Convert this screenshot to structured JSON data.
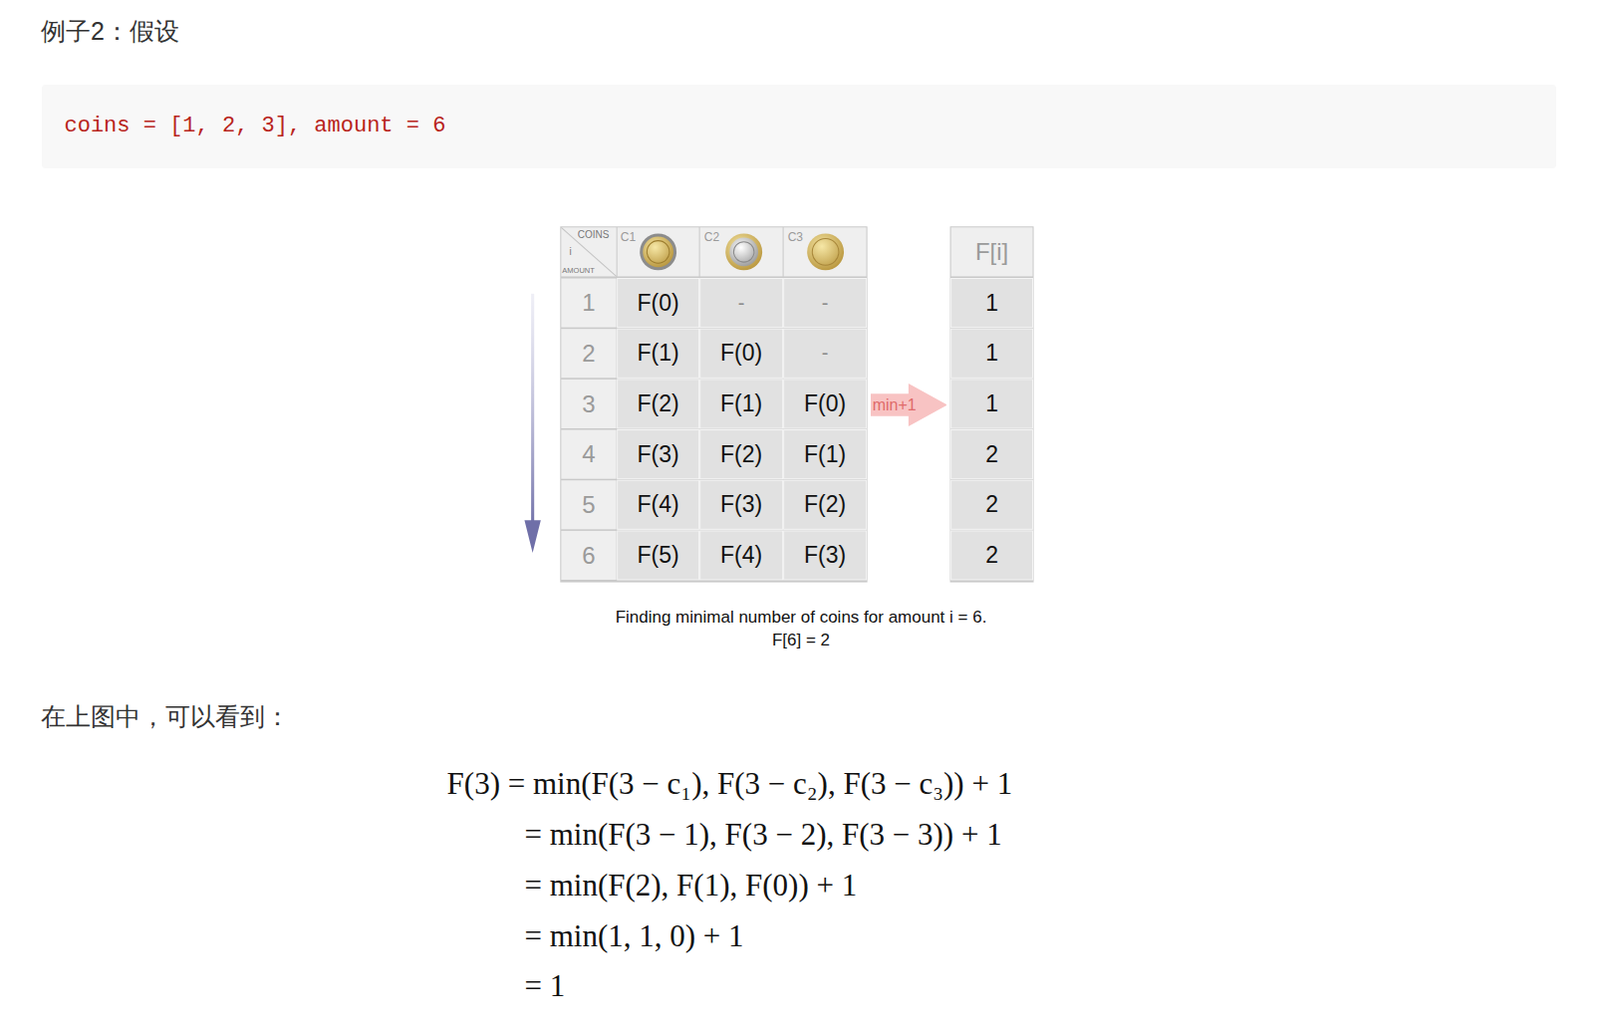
{
  "diagram": {
    "title": "例子2：假设",
    "caption": "Finding minimal number of coins for amount i = 6. F[6] = 2",
    "nodes": [
      {
        "text": [
          "coins = [1, 2, 3], amount = 6"
        ]
      },
      {
        "text": [
          "min+1"
        ]
      }
    ],
    "edges": [],
    "labels": [
      "COINS",
      "i",
      "AMOUNT",
      "C1",
      "C2",
      "C3",
      "F[i]",
      "1",
      "F(0)",
      "-",
      "-",
      "1",
      "2",
      "F(1)",
      "F(0)",
      "-",
      "1",
      "3",
      "F(2)",
      "F(1)",
      "F(0)",
      "1",
      "4",
      "F(3)",
      "F(2)",
      "F(1)",
      "2",
      "5",
      "F(4)",
      "F(3)",
      "F(2)",
      "2",
      "6",
      "F(5)",
      "F(4)",
      "F(3)",
      "2",
      "在上图中，可以看到：",
      "F(3) = min(F(3 − c₁), F(3 − c₂), F(3 − c₃)) + 1",
      "= min(F(3 − 1), F(3 − 2), F(3 − 3)) + 1",
      "= min(F(2), F(1), F(0)) + 1",
      "= min(1, 1, 0) + 1",
      "= 1"
    ]
  }
}
